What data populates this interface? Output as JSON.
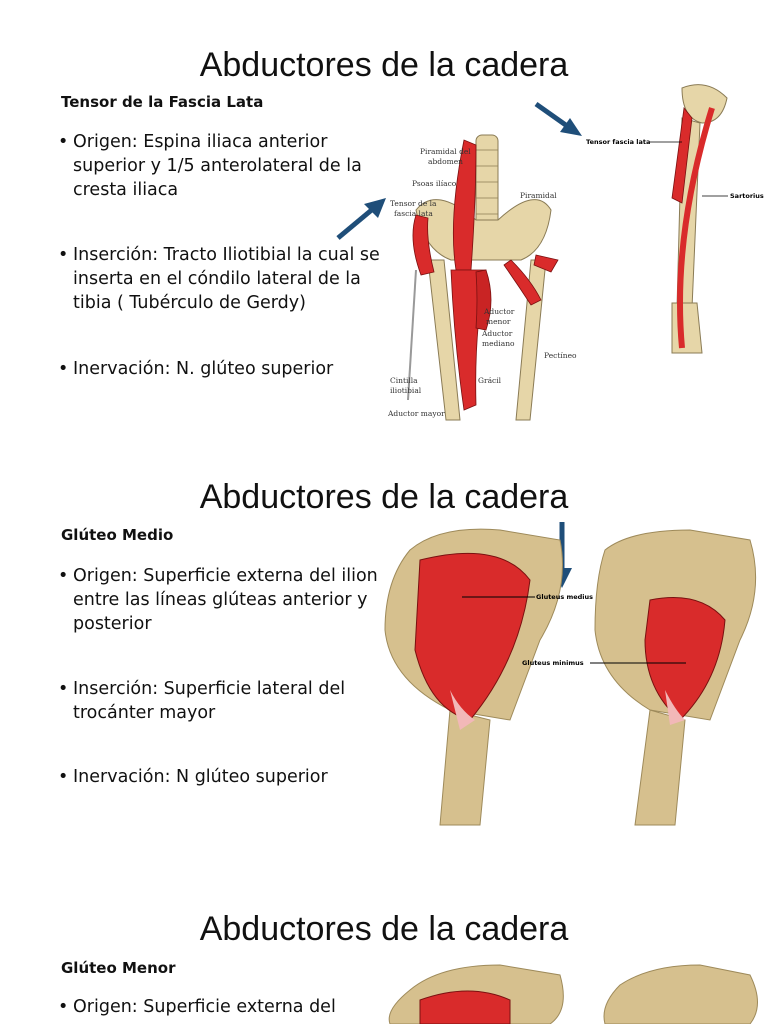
{
  "slides": [
    {
      "title": "Abductores de la cadera",
      "subtitle": "Tensor de la Fascia Lata",
      "bullets": [
        "Origen: Espina iliaca anterior superior y 1/5 anterolateral de la cresta iliaca",
        "Inserción: Tracto Iliotibial la cual se inserta en el cóndilo lateral de la tibia ( Tubérculo de Gerdy)",
        "Inervación: N. glúteo superior"
      ],
      "figure_labels": {
        "piramidal_abdomen_1": "Piramidal del",
        "piramidal_abdomen_2": "abdomen",
        "psoas": "Psoas ilíaco",
        "tensor_1": "Tensor de la",
        "tensor_2": "fascia lata",
        "piramidal": "Piramidal",
        "adductor_menor_1": "Aductor",
        "adductor_menor_2": "menor",
        "adductor_mediano_1": "Aductor",
        "adductor_mediano_2": "mediano",
        "pectineo": "Pectíneo",
        "cintilla_1": "Cintilla",
        "cintilla_2": "iliotibial",
        "gracil": "Grácil",
        "aductor_mayor": "Aductor mayor",
        "tensor_fascia_lata_en": "Tensor fascia lata",
        "sartorius": "Sartorius"
      }
    },
    {
      "title": "Abductores de la cadera",
      "subtitle": "Glúteo Medio",
      "bullets": [
        "Origen: Superficie externa del ilion entre las líneas glúteas anterior y posterior",
        "Inserción: Superficie lateral del trocánter mayor",
        "Inervación: N glúteo superior"
      ],
      "figure_labels": {
        "gluteus_medius": "Gluteus medius",
        "gluteus_minimus": "Gluteus minimus"
      }
    },
    {
      "title": "Abductores de la cadera",
      "subtitle": "Glúteo Menor",
      "bullets": [
        "Origen: Superficie externa del"
      ]
    }
  ],
  "colors": {
    "muscle": "#d92b2b",
    "bone": "#e6d6a8",
    "arrow": "#1f4e79"
  },
  "icons": {
    "bullet": "•",
    "arrow": "arrow-icon"
  }
}
